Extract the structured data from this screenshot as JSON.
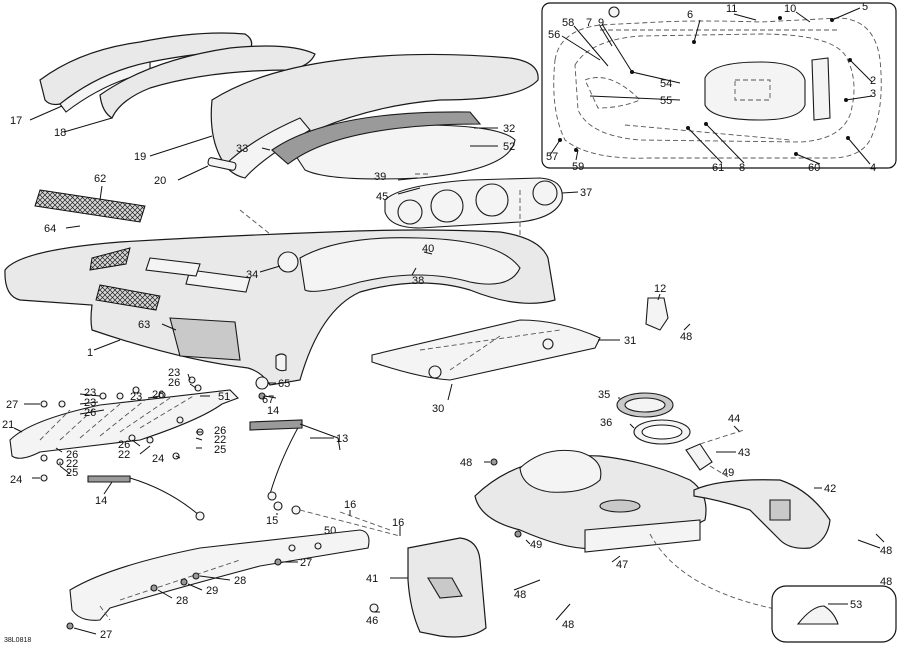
{
  "diagram_code": "38L0818",
  "callouts": {
    "c1": "1",
    "c2": "2",
    "c3": "3",
    "c4": "4",
    "c5": "5",
    "c6": "6",
    "c7": "7",
    "c8": "8",
    "c9": "9",
    "c10": "10",
    "c11": "11",
    "c12": "12",
    "c13": "13",
    "c14a": "14",
    "c14b": "14",
    "c15": "15",
    "c16a": "16",
    "c16b": "16",
    "c17": "17",
    "c18": "18",
    "c19": "19",
    "c20": "20",
    "c21": "21",
    "c22a": "22",
    "c22b": "22",
    "c22c": "22",
    "c23a": "23",
    "c23b": "23",
    "c23c": "23",
    "c23d": "23",
    "c24a": "24",
    "c24b": "24",
    "c25a": "25",
    "c25b": "25",
    "c26a": "26",
    "c26b": "26",
    "c26c": "26",
    "c26d": "26",
    "c26e": "26",
    "c26f": "26",
    "c27a": "27",
    "c27b": "27",
    "c27c": "27",
    "c28a": "28",
    "c28b": "28",
    "c29": "29",
    "c30": "30",
    "c31": "31",
    "c32": "32",
    "c33": "33",
    "c34": "34",
    "c35": "35",
    "c36": "36",
    "c37": "37",
    "c38": "38",
    "c39": "39",
    "c40": "40",
    "c41": "41",
    "c42": "42",
    "c43": "43",
    "c44": "44",
    "c45": "45",
    "c46": "46",
    "c47": "47",
    "c48a": "48",
    "c48b": "48",
    "c48c": "48",
    "c48d": "48",
    "c48e": "48",
    "c48f": "48",
    "c49a": "49",
    "c49b": "49",
    "c50": "50",
    "c51": "51",
    "c52": "52",
    "c53": "53",
    "c54": "54",
    "c55": "55",
    "c56": "56",
    "c57": "57",
    "c58": "58",
    "c59": "59",
    "c60": "60",
    "c61": "61",
    "c62": "62",
    "c63": "63",
    "c64": "64",
    "c65": "65",
    "c67": "67"
  }
}
